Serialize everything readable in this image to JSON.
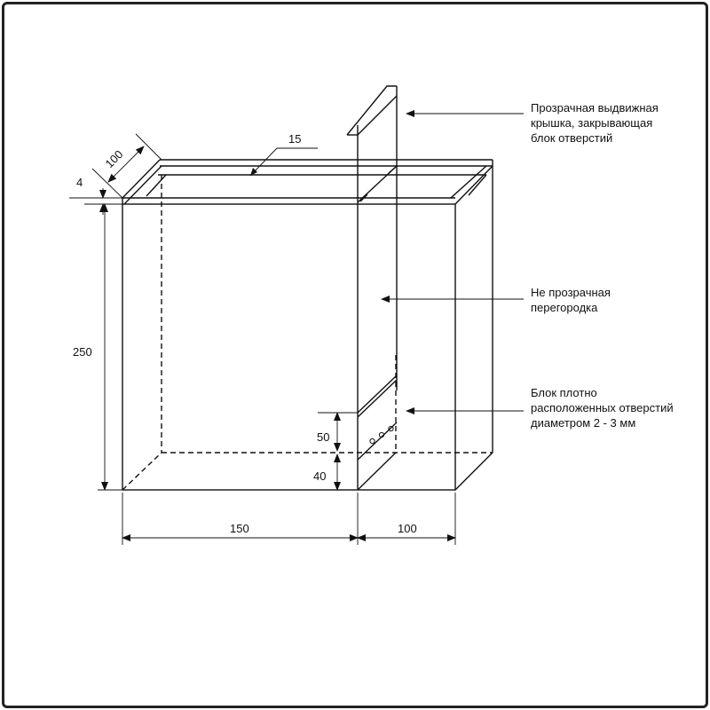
{
  "dimensions": {
    "depth": "100",
    "rim": "15",
    "rim_height": "4",
    "height": "250",
    "width_main": "150",
    "width_side": "100",
    "holes_height": "50",
    "holes_offset": "40"
  },
  "callouts": {
    "lid": [
      "Прозрачная выдвижная",
      "крышка, закрывающая",
      "блок отверстий"
    ],
    "partition": [
      "Не прозрачная",
      "перегородка"
    ],
    "holes": [
      "Блок плотно",
      "расположенных отверстий",
      "диаметром 2 - 3 мм"
    ]
  }
}
